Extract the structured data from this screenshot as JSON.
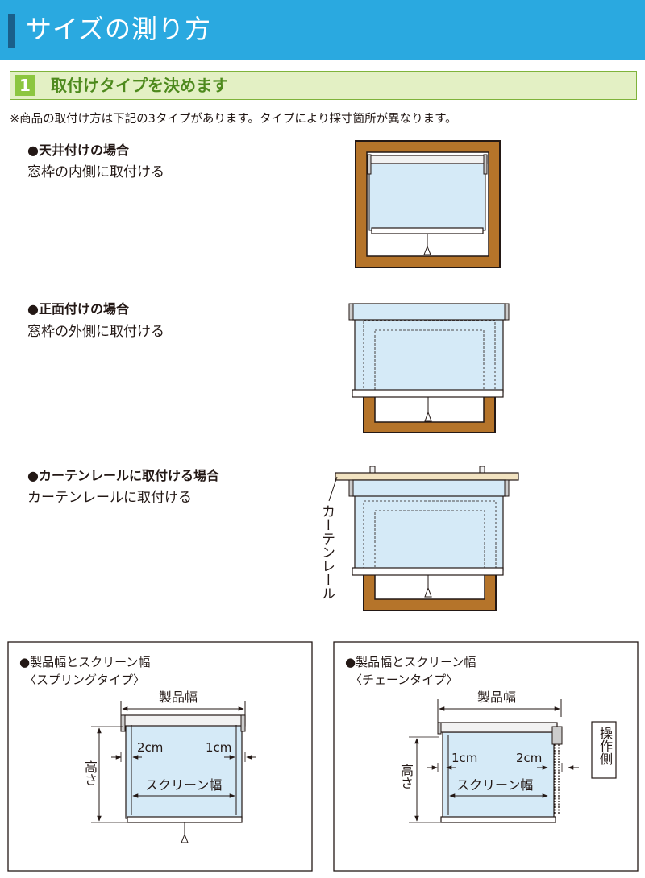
{
  "header": {
    "title": "サイズの測り方"
  },
  "step1": {
    "number": "1",
    "title": "取付けタイプを決めます"
  },
  "note": "※商品の取付け方は下記の3タイプがあります。タイプにより採寸箇所が異なります。",
  "types": [
    {
      "heading": "●天井付けの場合",
      "desc": "窓枠の内側に取付ける"
    },
    {
      "heading": "●正面付けの場合",
      "desc": "窓枠の外側に取付ける"
    },
    {
      "heading": "●カーテンレールに取付ける場合",
      "desc": "カーテンレールに取付ける"
    }
  ],
  "curtain_rail_label": "カーテンレール",
  "box_spring": {
    "title": "●製品幅とスクリーン幅",
    "subtitle": "〈スプリングタイプ〉",
    "product_width": "製品幅",
    "screen_width": "スクリーン幅",
    "height": "高さ",
    "left_margin": "2cm",
    "right_margin": "1cm"
  },
  "box_chain": {
    "title": "●製品幅とスクリーン幅",
    "subtitle": "〈チェーンタイプ〉",
    "product_width": "製品幅",
    "screen_width": "スクリーン幅",
    "height": "高さ",
    "left_margin": "1cm",
    "right_margin": "2cm",
    "operation_side": "操作側"
  },
  "colors": {
    "header_blue": "#2aa9e0",
    "step_green": "#8cc63f",
    "frame_brown": "#b5742a",
    "screen_blue": "#d5eaf7"
  }
}
